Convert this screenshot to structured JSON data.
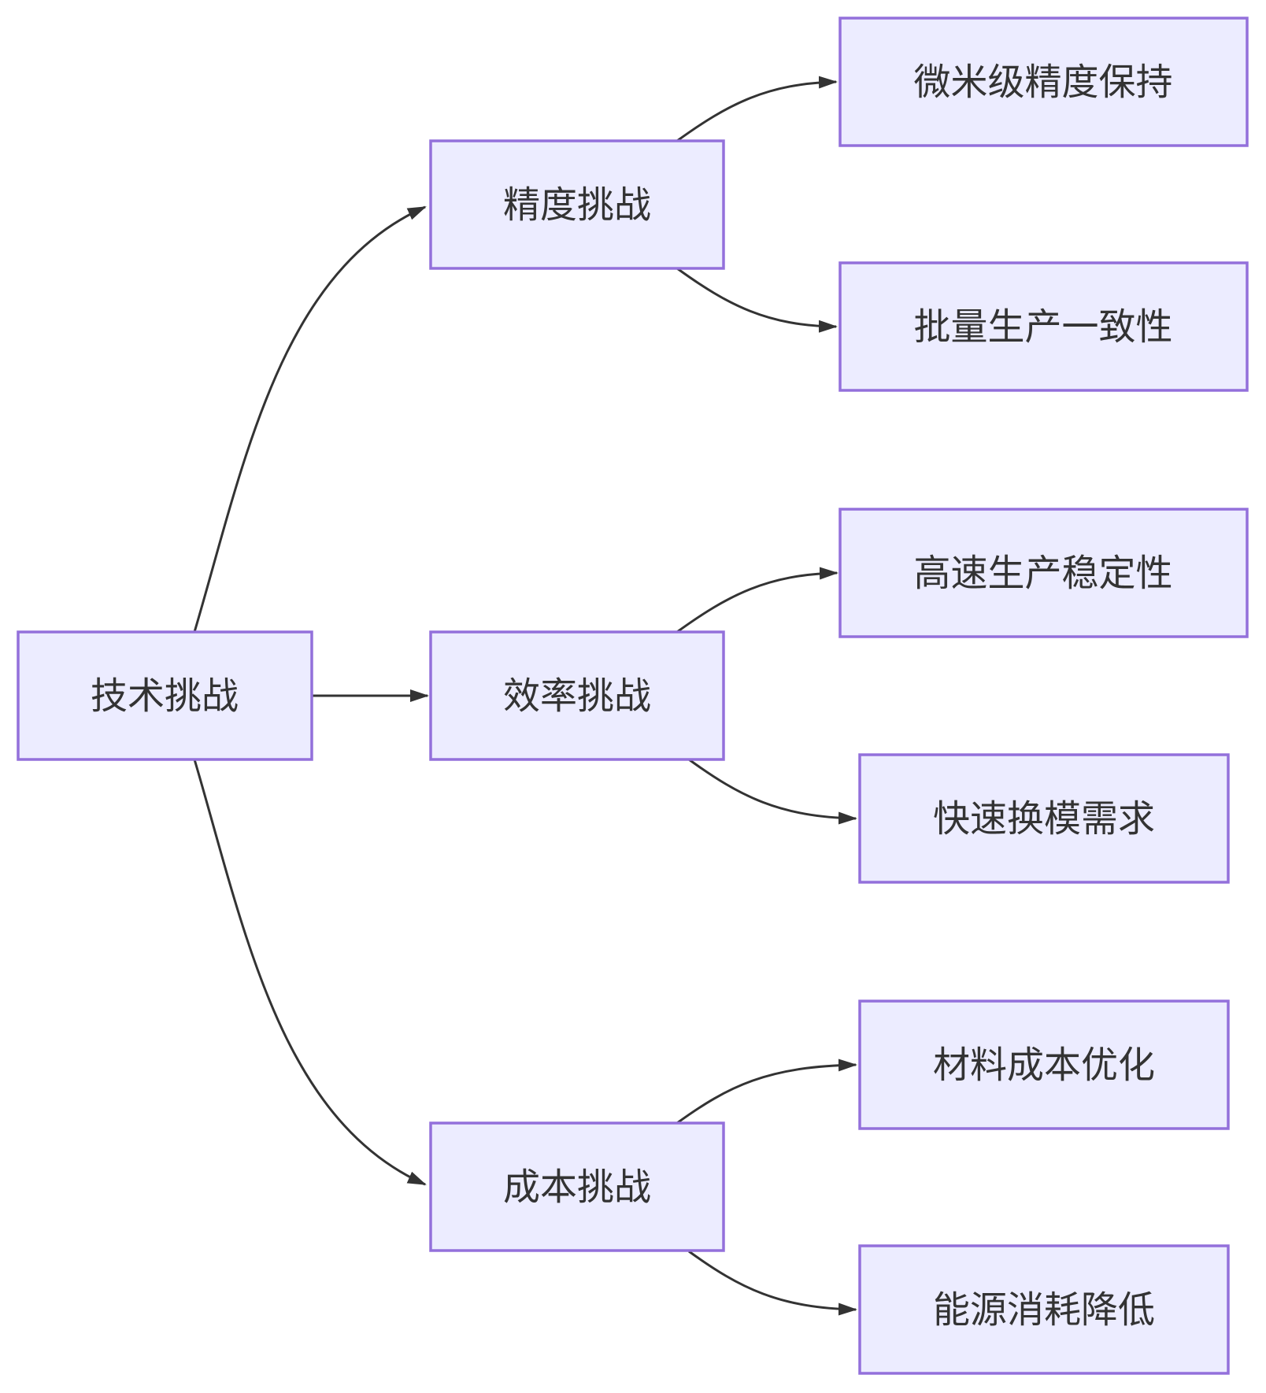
{
  "diagram": {
    "type": "flowchart-left-to-right",
    "root": {
      "label": "技术挑战"
    },
    "branches": [
      {
        "label": "精度挑战",
        "children": [
          {
            "label": "微米级精度保持"
          },
          {
            "label": "批量生产一致性"
          }
        ]
      },
      {
        "label": "效率挑战",
        "children": [
          {
            "label": "高速生产稳定性"
          },
          {
            "label": "快速换模需求"
          }
        ]
      },
      {
        "label": "成本挑战",
        "children": [
          {
            "label": "材料成本优化"
          },
          {
            "label": "能源消耗降低"
          }
        ]
      }
    ]
  },
  "colors": {
    "node_fill": "#ECECFF",
    "node_border": "#9370DB",
    "edge_color": "#333333",
    "text_color": "#333333",
    "background": "#ffffff"
  }
}
